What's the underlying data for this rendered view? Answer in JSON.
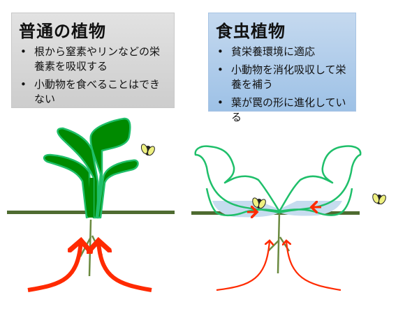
{
  "normal_plant": {
    "title": "普通の植物",
    "bullets": [
      "根から窒素やリンなどの栄養素を吸収する",
      "小動物を食べることはできない"
    ]
  },
  "carnivorous_plant": {
    "title": "食虫植物",
    "bullets": [
      "貧栄養環境に適応",
      "小動物を消化吸収して栄養を補う",
      "葉が罠の形に進化している"
    ]
  },
  "colors": {
    "leaf": "#008a00",
    "outline": "#1fbf6a",
    "ground": "#4e6b30",
    "arrow": "#ff2a00",
    "water": "#c6dcef"
  }
}
